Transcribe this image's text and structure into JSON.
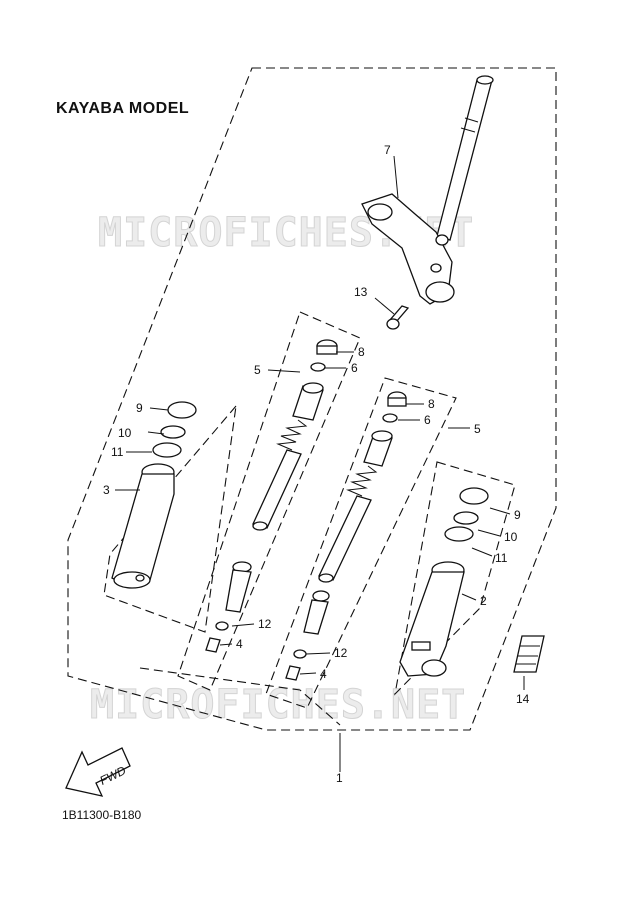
{
  "diagram": {
    "title": "KAYABA MODEL",
    "drawing_code": "1B11300-B180",
    "watermark": "MICROFICHES.NET",
    "direction_label": "FWD",
    "callouts": [
      "1",
      "2",
      "3",
      "4",
      "4",
      "5",
      "5",
      "6",
      "6",
      "7",
      "8",
      "8",
      "9",
      "9",
      "10",
      "10",
      "11",
      "11",
      "12",
      "12",
      "13",
      "14"
    ]
  }
}
